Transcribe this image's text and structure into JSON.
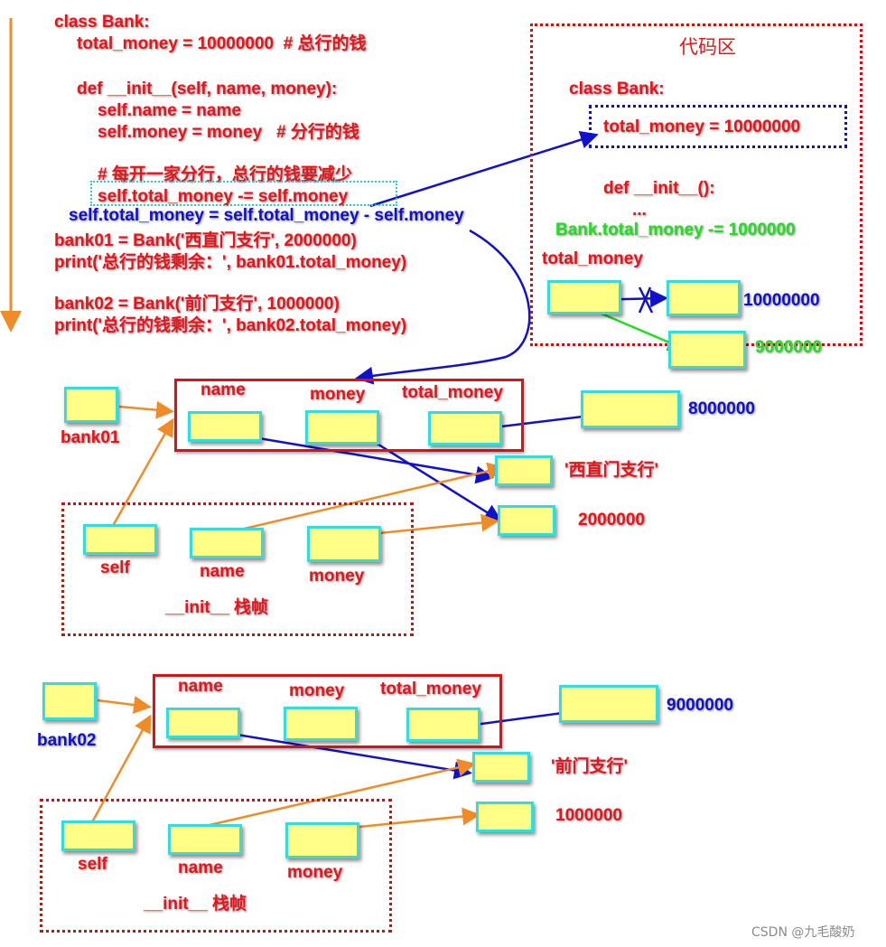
{
  "code": {
    "line1": "class Bank:",
    "line2": "total_money = 10000000  # 总行的钱",
    "line3": "def __init__(self, name, money):",
    "line4": "self.name = name",
    "line5": "self.money = money   # 分行的钱",
    "line6": "# 每开一家分行，总行的钱要减少",
    "line7": "self.total_money -= self.money",
    "line8": "self.total_money = self.total_money - self.money",
    "line9": "bank01 = Bank('西直门支行', 2000000)",
    "line10": "print('总行的钱剩余：', bank01.total_money)",
    "line11": "bank02 = Bank('前门支行', 1000000)",
    "line12": "print('总行的钱剩余：', bank02.total_money)"
  },
  "code_area": {
    "title": "代码区",
    "class_line": "class Bank:",
    "total_money": "total_money = 10000000",
    "def_line": "def __init__():",
    "ellipsis": "...",
    "bank_line": "Bank.total_money -= 1000000",
    "var_label": "total_money",
    "value_old": "10000000",
    "value_new": "9000000"
  },
  "bank01": {
    "label": "bank01",
    "name": "name",
    "money": "money",
    "total_money": "total_money",
    "total_value": "8000000",
    "name_value": "'西直门支行'",
    "money_value": "2000000",
    "frame": {
      "self": "self",
      "name": "name",
      "money": "money",
      "title": "__init__ 栈帧"
    }
  },
  "bank02": {
    "label": "bank02",
    "name": "name",
    "money": "money",
    "total_money": "total_money",
    "total_value": "9000000",
    "name_value": "'前门支行'",
    "money_value": "1000000",
    "frame": {
      "self": "self",
      "name": "name",
      "money": "money",
      "title": "__init__ 栈帧"
    }
  },
  "watermark": "CSDN @九毛酸奶",
  "colors": {
    "red": "#e8141b",
    "blue": "#1111cc",
    "green": "#22dd22",
    "orange": "#f08c28",
    "box": "#ffff88",
    "box_border": "#33dddd"
  }
}
